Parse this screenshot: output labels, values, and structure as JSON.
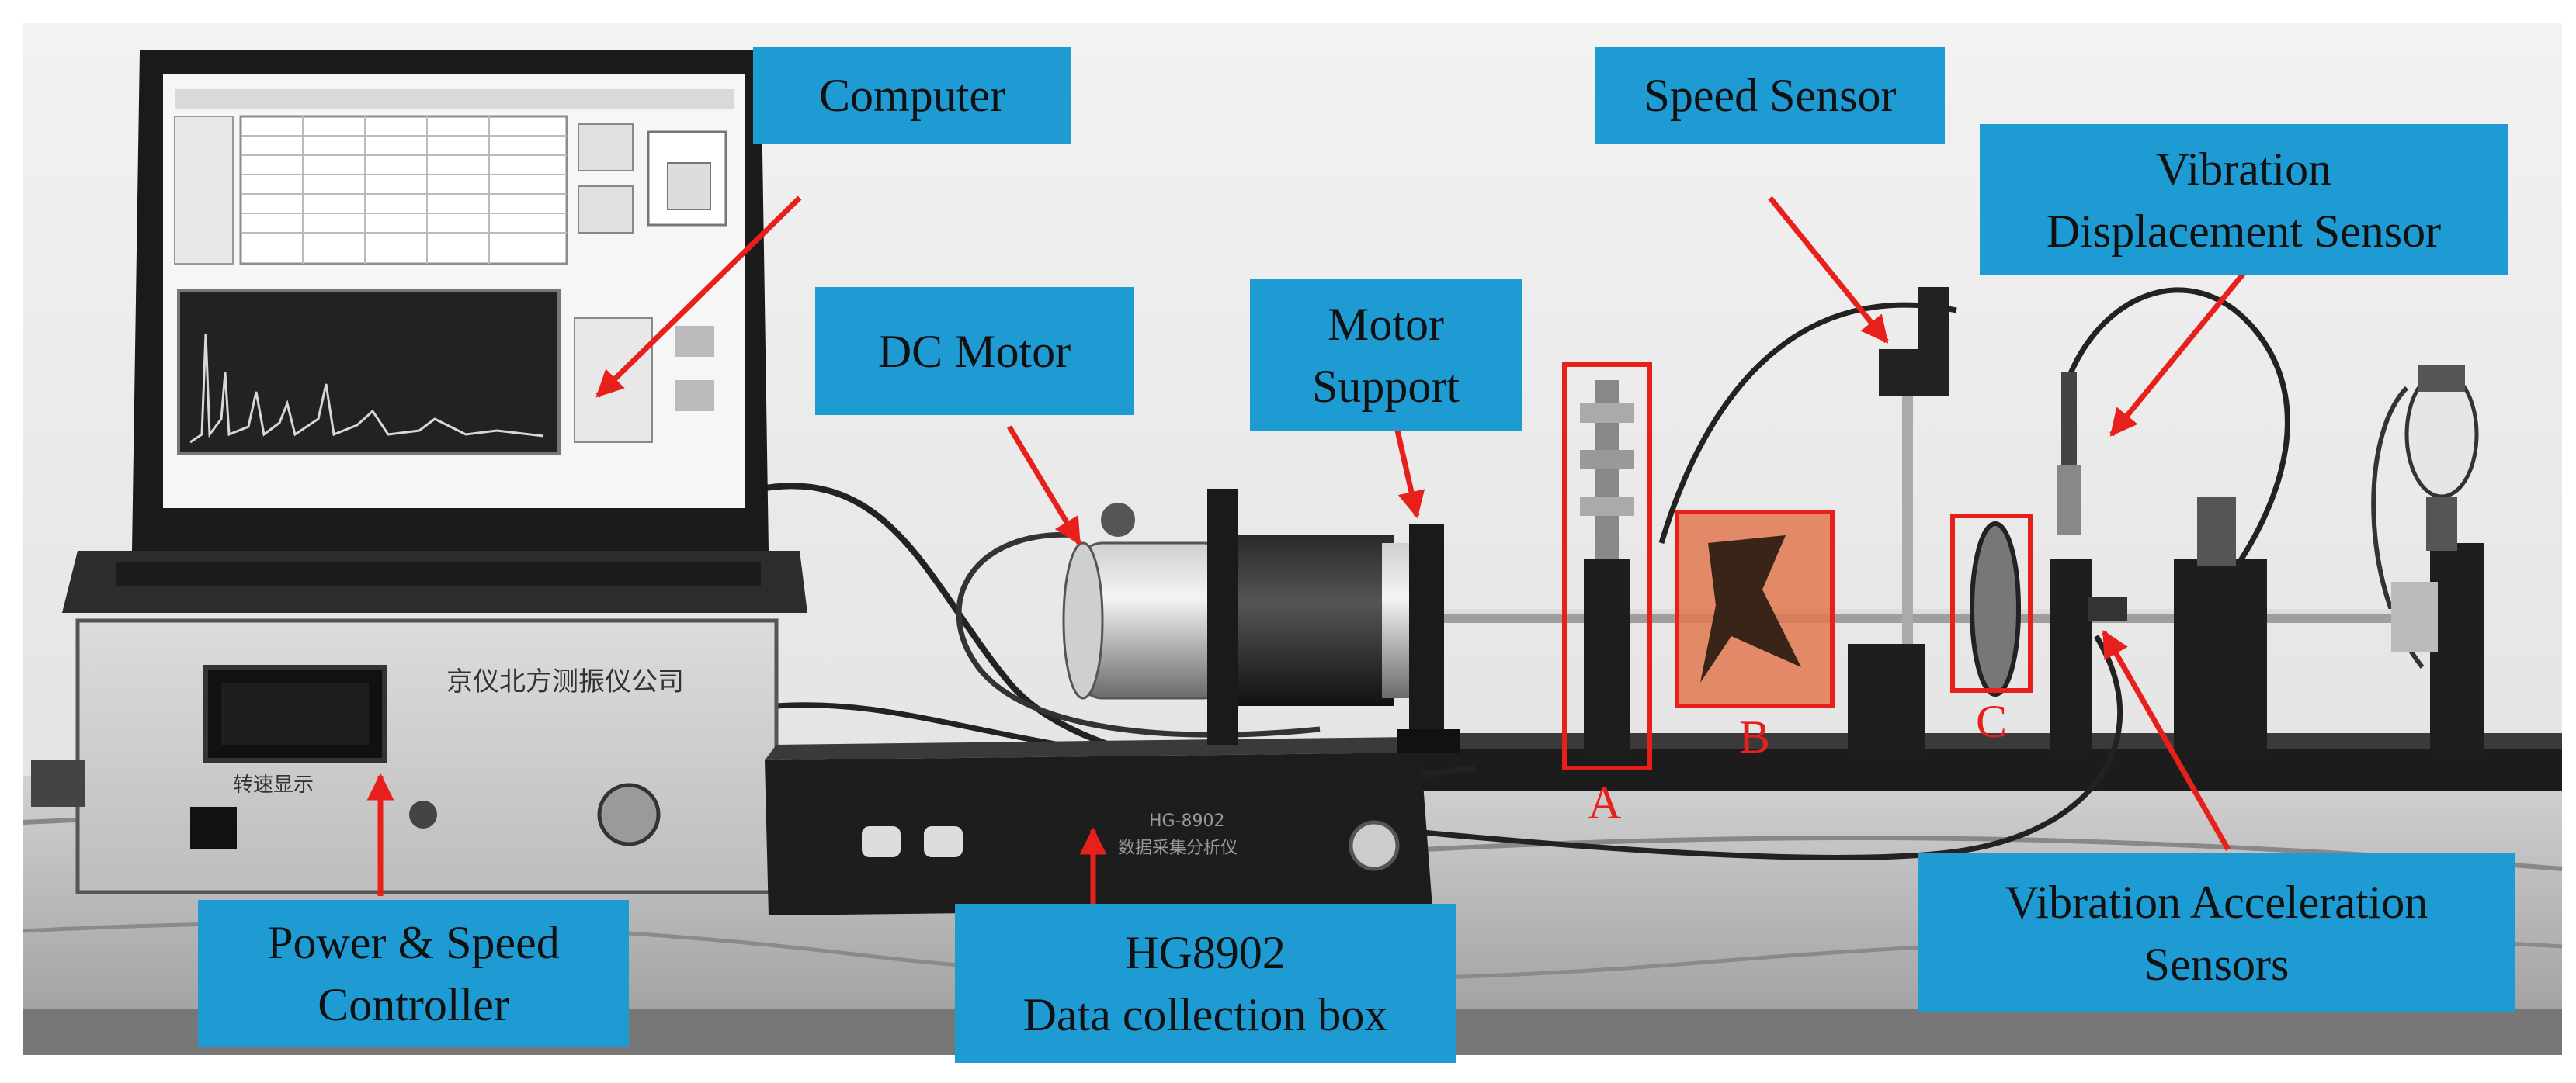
{
  "labels": {
    "computer": "Computer",
    "speed_sensor": "Speed Sensor",
    "vibration_displacement_1": "Vibration",
    "vibration_displacement_2": "Displacement Sensor",
    "dc_motor": "DC Motor",
    "motor_support_1": "Motor",
    "motor_support_2": "Support",
    "power_speed_1": "Power & Speed",
    "power_speed_2": "Controller",
    "hg8902_1": "HG8902",
    "hg8902_2": "Data collection box",
    "vibration_accel_1": "Vibration Acceleration",
    "vibration_accel_2": "Sensors"
  },
  "markers": {
    "a": "A",
    "b": "B",
    "c": "C"
  },
  "device_text": {
    "controller_brand": "京仪北方测振仪公司",
    "controller_display": "转速显示",
    "box_model": "HG-8902",
    "box_name": "数据采集分析仪"
  },
  "colors": {
    "label_bg": "#1f9bd4",
    "arrow": "#e8201c",
    "highlight": "#e8201c",
    "b_fill": "#e07850"
  }
}
